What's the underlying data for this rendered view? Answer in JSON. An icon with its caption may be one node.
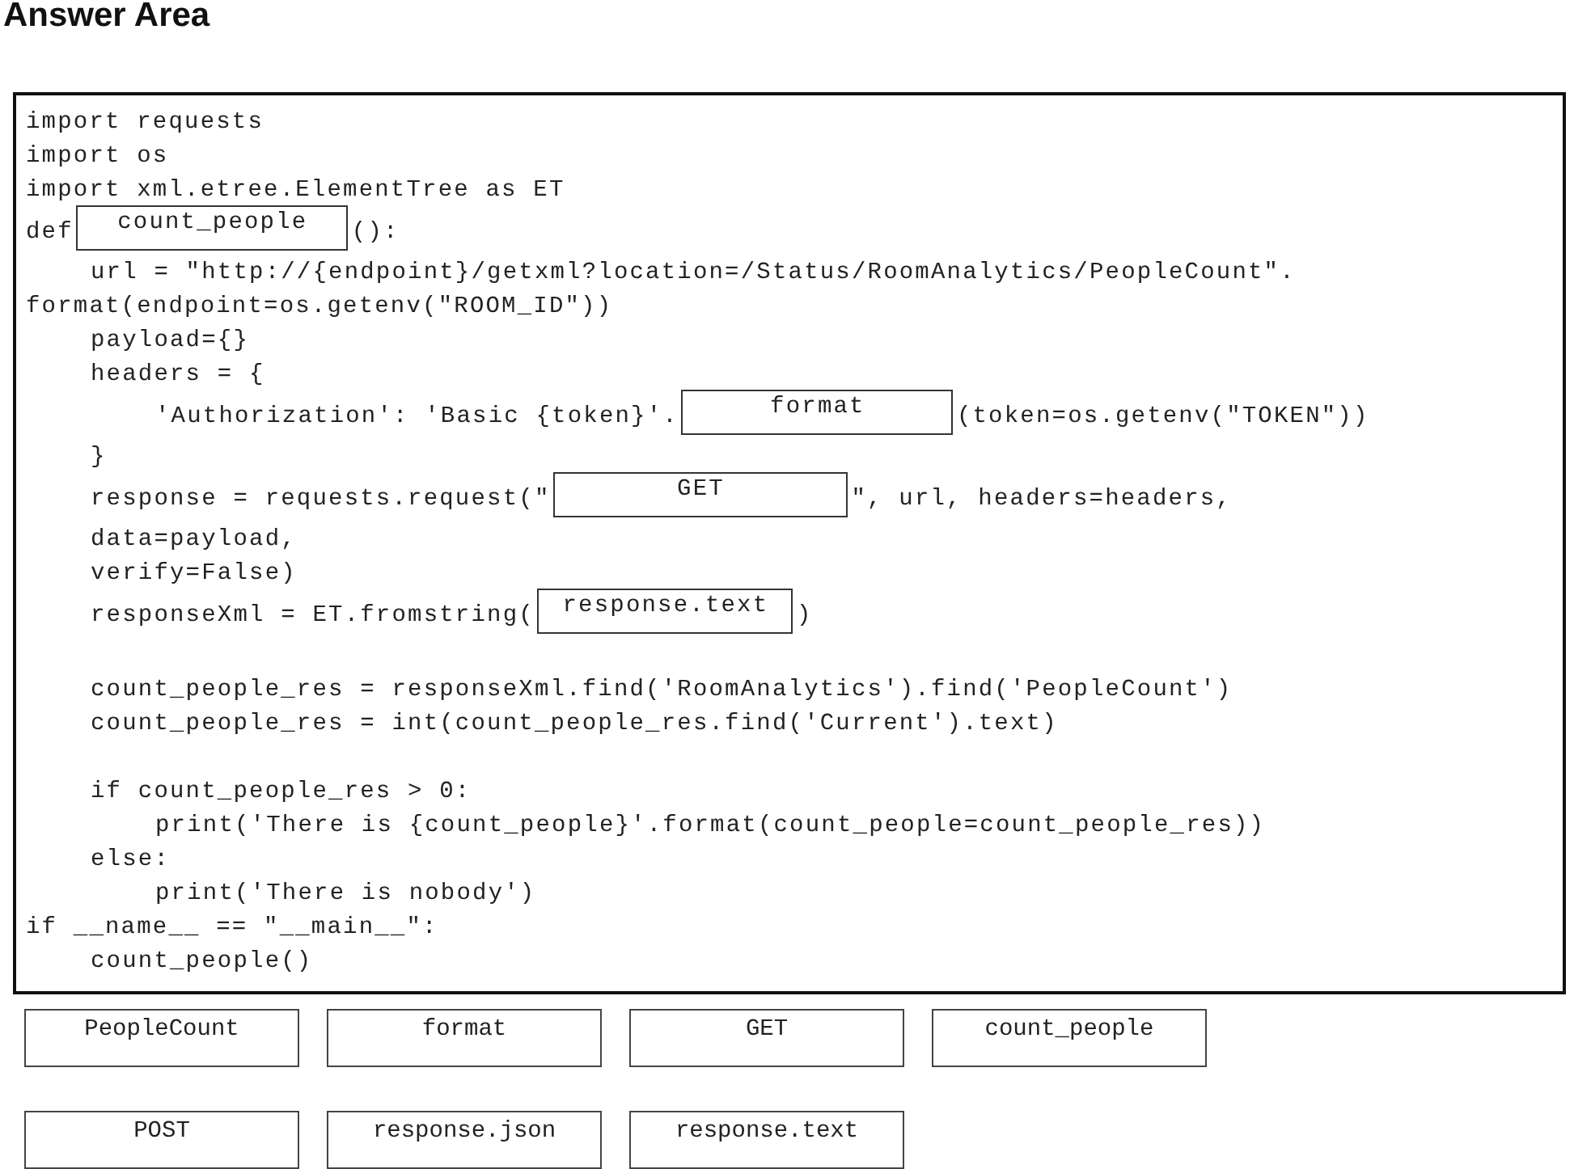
{
  "diagram": {
    "title": "Answer Area",
    "nodes": [
      {
        "text": [
          "import requests",
          "import os",
          "import xml.etree.ElementTree as ET",
          "def",
          "():",
          "url = \"http://{endpoint}/getxml?location=/Status/RoomAnalytics/PeopleCount\".",
          "format(endpoint=os.getenv(\"ROOM_ID\"))",
          "payload={}",
          "headers = {",
          "'Authorization': 'Basic {token}'.",
          "(token=os.getenv(\"TOKEN\"))",
          "}",
          "response = requests.request(\"",
          "\", url, headers=headers,",
          "data=payload,",
          "verify=False)",
          "responseXml = ET.fromstring(",
          ")",
          "count_people_res = responseXml.find('RoomAnalytics').find('PeopleCount')",
          "count_people_res = int(count_people_res.find('Current').text)",
          "if count_people_res > 0:",
          "print('There is {count_people}'.format(count_people=count_people_res))",
          "else:",
          "print('There is nobody')",
          "if __name__ == \"__main__\":",
          "count_people()"
        ]
      },
      {
        "text": [
          "count_people"
        ],
        "in": 0
      },
      {
        "text": [
          "format"
        ],
        "in": 0
      },
      {
        "text": [
          "GET"
        ],
        "in": 0
      },
      {
        "text": [
          "response.text"
        ],
        "in": 0
      },
      {
        "text": [
          "PeopleCount"
        ]
      },
      {
        "text": [
          "format"
        ]
      },
      {
        "text": [
          "GET"
        ]
      },
      {
        "text": [
          "count_people"
        ]
      },
      {
        "text": [
          "POST"
        ]
      },
      {
        "text": [
          "response.json"
        ]
      },
      {
        "text": [
          "response.text"
        ]
      }
    ],
    "edges": []
  }
}
